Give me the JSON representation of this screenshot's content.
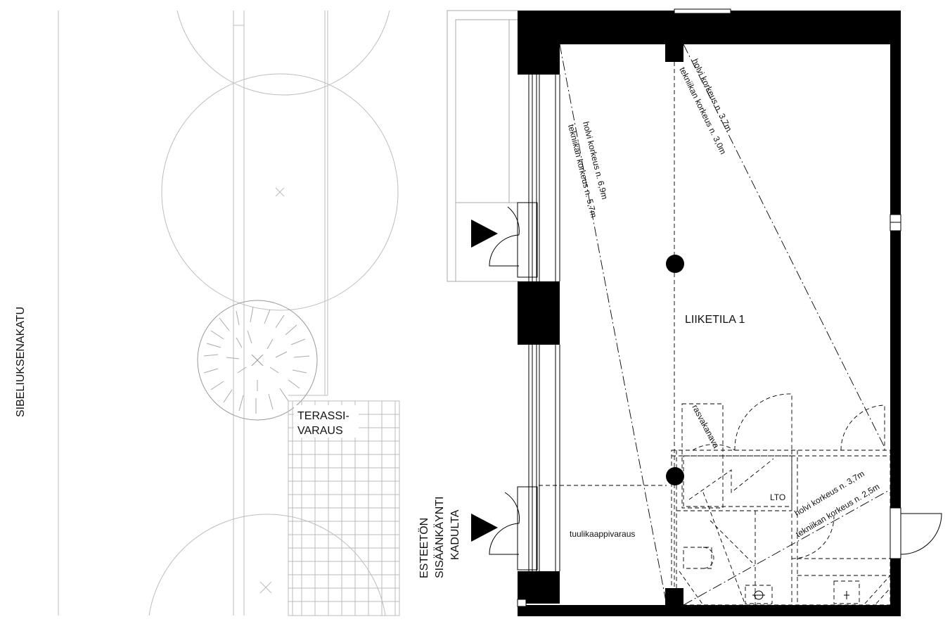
{
  "labels": {
    "street": "SIBELIUKSENAKATU",
    "terrace_line1": "TERASSI-",
    "terrace_line2": "VARAUS",
    "entrance_line1": "ESTEETÖN",
    "entrance_line2": "SISÄÄNKÄYNTI",
    "entrance_line3": "KADULTA",
    "room": "LIIKETILA 1",
    "vestibule": "tuulikaappivaraus",
    "grease_well": "rasvakanava",
    "ventilation": "LTO",
    "height_left_1": "holvi korkeus n. 6,9m",
    "height_left_2": "tekniikan korkeus n. 5,7m",
    "height_mid_1": "holvi korkeus n. 3,7m",
    "height_mid_2": "tekniikan korkeus n. 3,0m",
    "height_right_1": "holvi korkeus n. 3,7m",
    "height_right_2": "tekniikan korkeus n. 2,5m"
  },
  "colors": {
    "wall": "#000000",
    "line": "#000000",
    "site": "#bbbbbb",
    "background": "#ffffff"
  }
}
